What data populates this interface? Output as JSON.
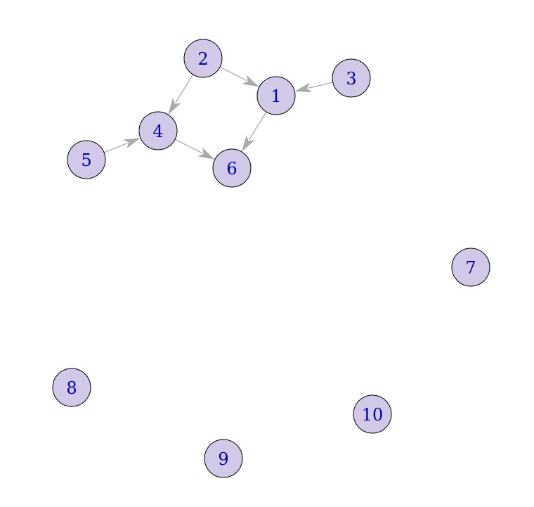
{
  "graph": {
    "directed": true,
    "colors": {
      "node_fill": "#D2C9E8",
      "node_stroke": "#000000",
      "label": "#0000A8",
      "edge": "#AAAAAA",
      "background": "#FFFFFF"
    },
    "nodes": [
      {
        "id": "1",
        "label": "1"
      },
      {
        "id": "2",
        "label": "2"
      },
      {
        "id": "3",
        "label": "3"
      },
      {
        "id": "4",
        "label": "4"
      },
      {
        "id": "5",
        "label": "5"
      },
      {
        "id": "6",
        "label": "6"
      },
      {
        "id": "7",
        "label": "7"
      },
      {
        "id": "8",
        "label": "8"
      },
      {
        "id": "9",
        "label": "9"
      },
      {
        "id": "10",
        "label": "10"
      }
    ],
    "edges": [
      {
        "source": "2",
        "target": "1"
      },
      {
        "source": "3",
        "target": "1"
      },
      {
        "source": "2",
        "target": "4"
      },
      {
        "source": "5",
        "target": "4"
      },
      {
        "source": "4",
        "target": "6"
      },
      {
        "source": "1",
        "target": "6"
      }
    ]
  }
}
